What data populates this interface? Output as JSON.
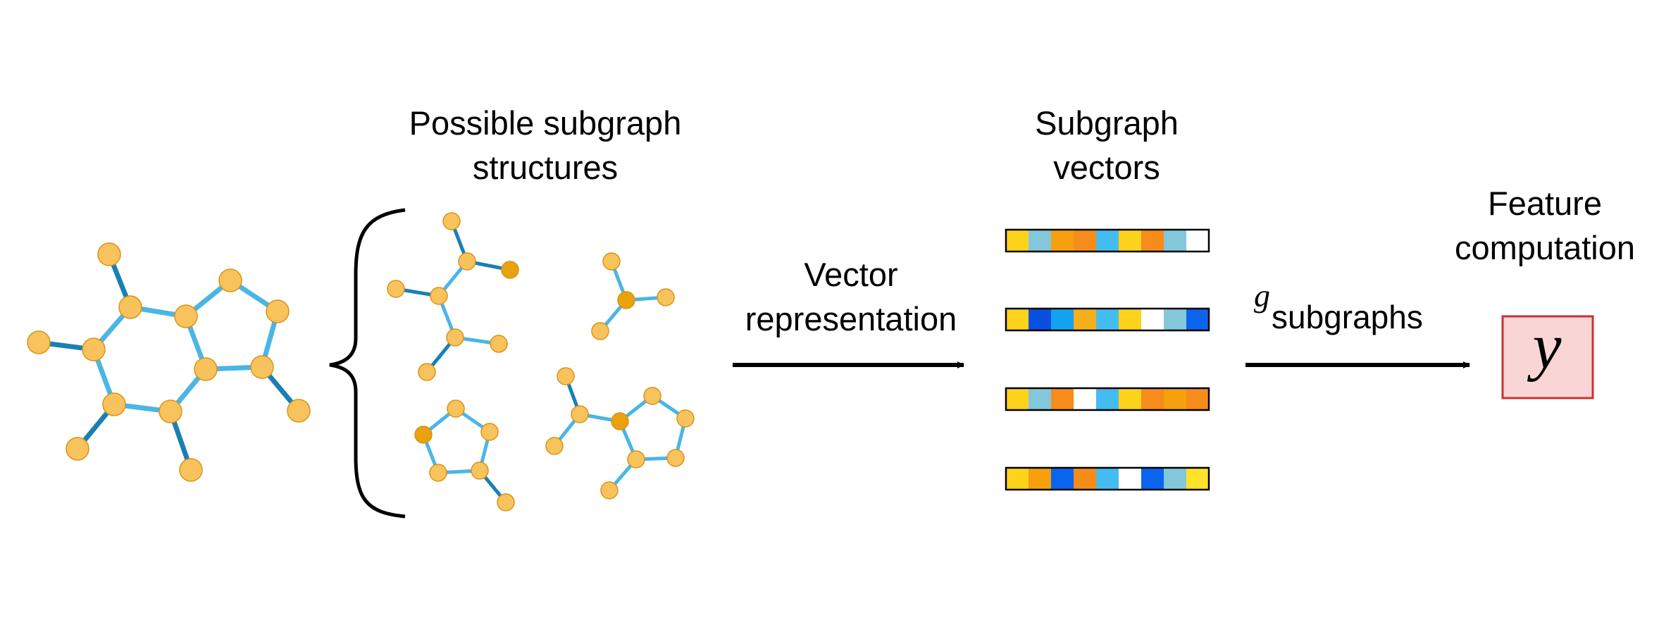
{
  "labels": {
    "subgraph_structures": [
      "Possible subgraph",
      "structures"
    ],
    "vector_representation": [
      "Vector",
      "representation"
    ],
    "subgraph_vectors": [
      "Subgraph",
      "vectors"
    ],
    "feature_computation": [
      "Feature",
      "computation"
    ],
    "g_symbol": "g",
    "g_subscript": "subgraphs",
    "output_symbol": "y"
  },
  "colors": {
    "node": "#F8C25C",
    "node_highlight": "#E9A20B",
    "node_stroke": "#D8941A",
    "edge_light": "#4BB5E6",
    "edge_dark": "#1A7FB3",
    "output_fill": "#F9D6D5",
    "output_border": "#C83232"
  },
  "vectors": [
    [
      "#FFD21C",
      "#84C7DB",
      "#F5A00C",
      "#F68C1A",
      "#45BCEF",
      "#FFD21C",
      "#F68C1A",
      "#84C7DB",
      "#FFFFFF"
    ],
    [
      "#FFD21C",
      "#0B4FE0",
      "#12A2EF",
      "#F3B01C",
      "#45BCEF",
      "#FFD21C",
      "#FFFFFF",
      "#84C7DB",
      "#0B64EE"
    ],
    [
      "#FFD21C",
      "#84C7DB",
      "#F68C1A",
      "#FFFFFF",
      "#45BCEF",
      "#FFD21C",
      "#F68C1A",
      "#F5A00C",
      "#F68C1A"
    ],
    [
      "#FFD21C",
      "#F5A00C",
      "#0B64EE",
      "#F68C1A",
      "#45BCEF",
      "#FFFFFF",
      "#0B64EE",
      "#84C7DB",
      "#FFE22C"
    ]
  ]
}
